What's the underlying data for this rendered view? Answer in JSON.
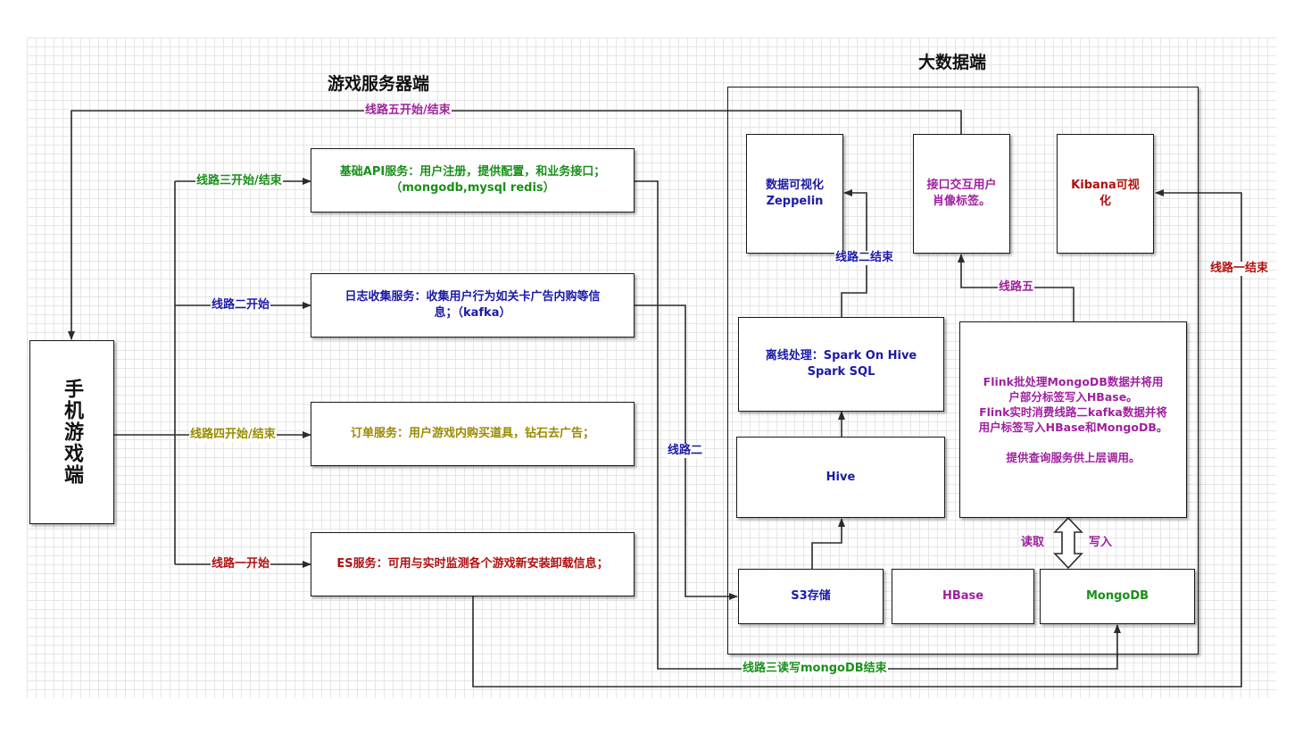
{
  "titles": {
    "game_server": "游戏服务器端",
    "bigdata": "大数据端"
  },
  "mobile": "手机游戏端",
  "services": {
    "api": "基础API服务：用户注册，提供配置，和业务接口；\n（mongodb,mysql redis）",
    "log": "日志收集服务：收集用户行为如关卡广告内购等信\n息；（kafka）",
    "order": "订单服务：用户游戏内购买道具，钻石去广告；",
    "es": "ES服务：可用与实时监测各个游戏新安装卸载信息；"
  },
  "bigdata": {
    "zeppelin": "数据可视化\nZeppelin",
    "portrait": "接口交互用户\n肖像标签。",
    "kibana": "Kibana可视\n化",
    "offline": "离线处理：Spark On Hive\nSpark SQL",
    "hive": "Hive",
    "flink": "Flink批处理MongoDB数据并将用\n户部分标签写入HBase。\nFlink实时消费线路二kafka数据并将\n用户标签写入HBase和MongoDB。\n\n提供查询服务供上层调用。",
    "s3": "S3存储",
    "hbase": "HBase",
    "mongodb": "MongoDB"
  },
  "routes": {
    "r5": "线路五开始/结束",
    "r3": "线路三开始/结束",
    "r2": "线路二开始",
    "r4": "线路四开始/结束",
    "r1": "线路一开始",
    "r2_mid": "线路二",
    "r2_end": "线路二结束",
    "r5_short": "线路五",
    "r1_end": "线路一结束",
    "r3_end": "线路三读写mongoDB结束",
    "read": "读取",
    "write": "写入"
  },
  "colors": {
    "green": "#1a8f1a",
    "blue": "#1a1aa8",
    "olive": "#9a8a00",
    "red": "#b01010",
    "purple": "#a020a0",
    "line": "#2b2b2b"
  }
}
